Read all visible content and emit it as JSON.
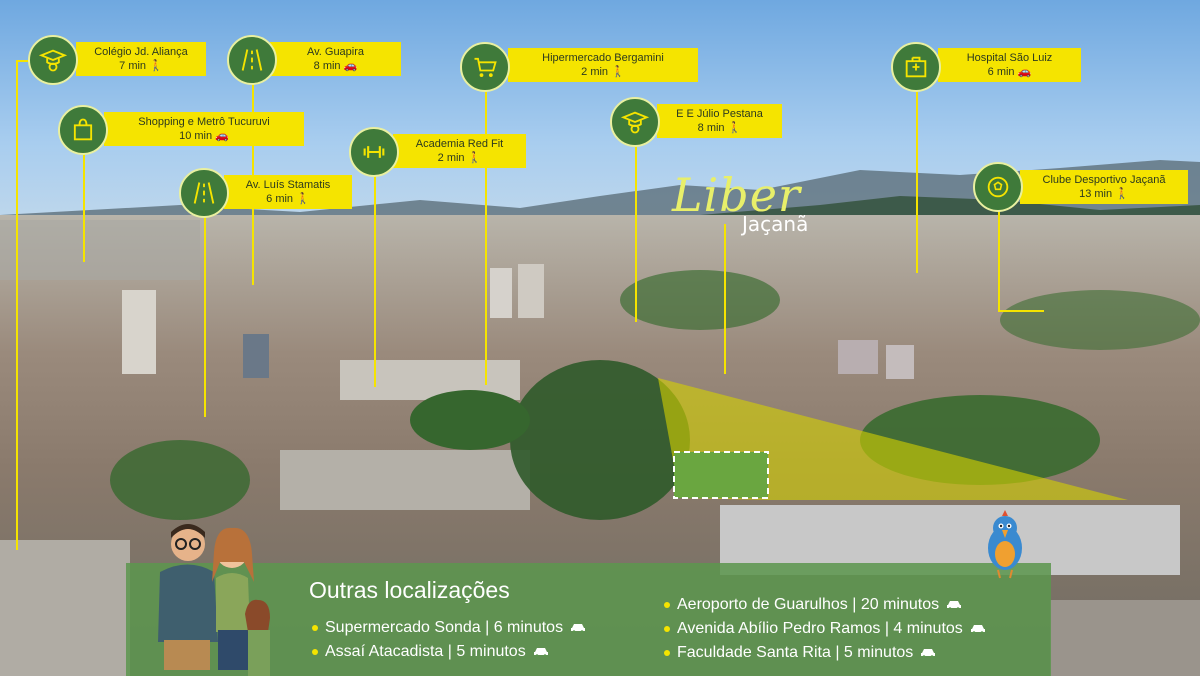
{
  "brand": {
    "name": "Liber",
    "subtitle": "Jaçanã"
  },
  "markers": [
    {
      "id": "colegio",
      "name": "Colégio Jd. Aliança",
      "time": "7 min",
      "mode": "walk",
      "icon": "graduate-icon"
    },
    {
      "id": "guapira",
      "name": "Av. Guapira",
      "time": "8 min",
      "mode": "car",
      "icon": "road-icon"
    },
    {
      "id": "hipermercado",
      "name": "Hipermercado Bergamini",
      "time": "2 min",
      "mode": "walk",
      "icon": "shopping-cart-icon"
    },
    {
      "id": "hospital",
      "name": "Hospital São Luiz",
      "time": "6 min",
      "mode": "car",
      "icon": "hospital-icon"
    },
    {
      "id": "shopping",
      "name": "Shopping e Metrô Tucuruvi",
      "time": "10 min",
      "mode": "car",
      "icon": "shopping-bag-icon"
    },
    {
      "id": "academia",
      "name": "Academia Red Fit",
      "time": "2 min",
      "mode": "walk",
      "icon": "gym-icon"
    },
    {
      "id": "julio",
      "name": "E E Júlio Pestana",
      "time": "8 min",
      "mode": "walk",
      "icon": "graduate-icon"
    },
    {
      "id": "stamatis",
      "name": "Av. Luís Stamatis",
      "time": "6 min",
      "mode": "walk",
      "icon": "road-icon"
    },
    {
      "id": "clube",
      "name": "Clube Desportivo Jaçanã",
      "time": "13 min",
      "mode": "walk",
      "icon": "soccer-ball-icon"
    }
  ],
  "panel": {
    "title": "Outras localizações",
    "left": [
      {
        "text": "Supermercado Sonda | 6 minutos",
        "mode": "car"
      },
      {
        "text": "Assaí Atacadista | 5 minutos",
        "mode": "car"
      }
    ],
    "right": [
      {
        "text": "Aeroporto de Guarulhos | 20 minutos",
        "mode": "car"
      },
      {
        "text": "Avenida Abílio Pedro Ramos | 4 minutos",
        "mode": "car"
      },
      {
        "text": "Faculdade Santa Rita | 5 minutos",
        "mode": "car"
      }
    ]
  },
  "colors": {
    "label_bg": "#f5e400",
    "marker_bg": "#3f7a3a",
    "panel_bg": "#5c964e"
  }
}
